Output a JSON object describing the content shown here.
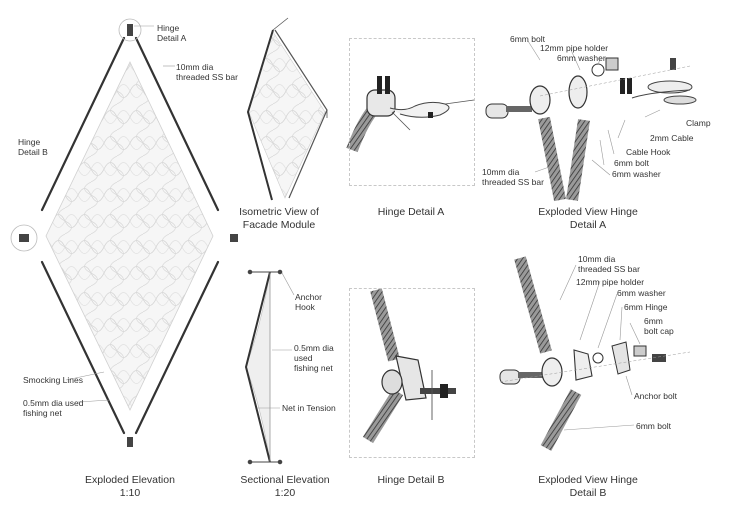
{
  "elevation": {
    "labels": {
      "hinge_a": "Hinge\nDetail A",
      "bar": "10mm dia\nthreaded SS bar",
      "hinge_b": "Hinge\nDetail B",
      "smocking": "Smocking Lines",
      "net": "0.5mm dia used\nfishing net"
    },
    "caption": "Exploded Elevation\n1:10"
  },
  "isometric": {
    "caption": "Isometric View of\nFacade Module"
  },
  "sectional": {
    "labels": {
      "anchor": "Anchor\nHook",
      "net": "0.5mm dia\nused\nfishing net",
      "tension": "Net in Tension"
    },
    "caption": "Sectional Elevation\n1:20"
  },
  "hinge_a": {
    "caption": "Hinge Detail A"
  },
  "hinge_b": {
    "caption": "Hinge Detail B"
  },
  "exploded_a": {
    "labels": {
      "bolt6": "6mm bolt",
      "pipe": "12mm pipe holder",
      "washer": "6mm washer",
      "clamp": "Clamp",
      "cable": "2mm Cable",
      "hook": "Cable Hook",
      "bolt6b": "6mm bolt",
      "washer6b": "6mm washer",
      "bar": "10mm dia\nthreaded SS bar"
    },
    "caption": "Exploded View Hinge\nDetail A"
  },
  "exploded_b": {
    "labels": {
      "bar": "10mm dia\nthreaded SS bar",
      "pipe": "12mm pipe holder",
      "washer": "6mm washer",
      "hinge": "6mm Hinge",
      "cap": "6mm\nbolt cap",
      "anchor": "Anchor bolt",
      "bolt": "6mm bolt"
    },
    "caption": "Exploded View Hinge\nDetail B"
  }
}
